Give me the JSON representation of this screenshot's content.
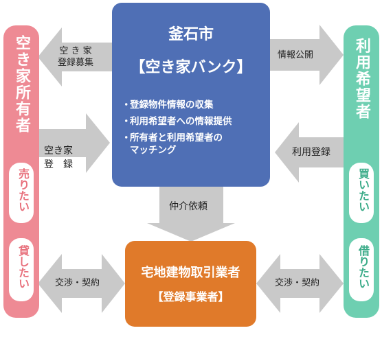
{
  "bank": {
    "city": "釜石市",
    "name": "【空き家バンク】",
    "features": [
      "登録物件情報の収集",
      "利用希望者への情報提供",
      "所有者と利用希望者の",
      "マッチング"
    ]
  },
  "owner": {
    "title": "空き家所有者",
    "wants": [
      "売りたい",
      "貸したい"
    ]
  },
  "user": {
    "title": "利用希望者",
    "wants": [
      "買いたい",
      "借りたい"
    ]
  },
  "dealer": {
    "title": "宅地建物取引業者",
    "subtitle": "【登録事業者】"
  },
  "flows": {
    "recruit": [
      "空 き 家",
      "登録募集"
    ],
    "register": [
      "空き家",
      "登　録"
    ],
    "publish": "情報公開",
    "use_register": "利用登録",
    "broker": "仲介依頼",
    "negotiate_left": "交渉・契約",
    "negotiate_right": "交渉・契約"
  },
  "colors": {
    "bank": "#4f6fb5",
    "dealer": "#e07a2a",
    "owner": "#ee8a94",
    "user": "#6ecfb1",
    "arrow": "#c9c9c9",
    "owner_text": "#e8707c",
    "user_text": "#3aab88"
  }
}
